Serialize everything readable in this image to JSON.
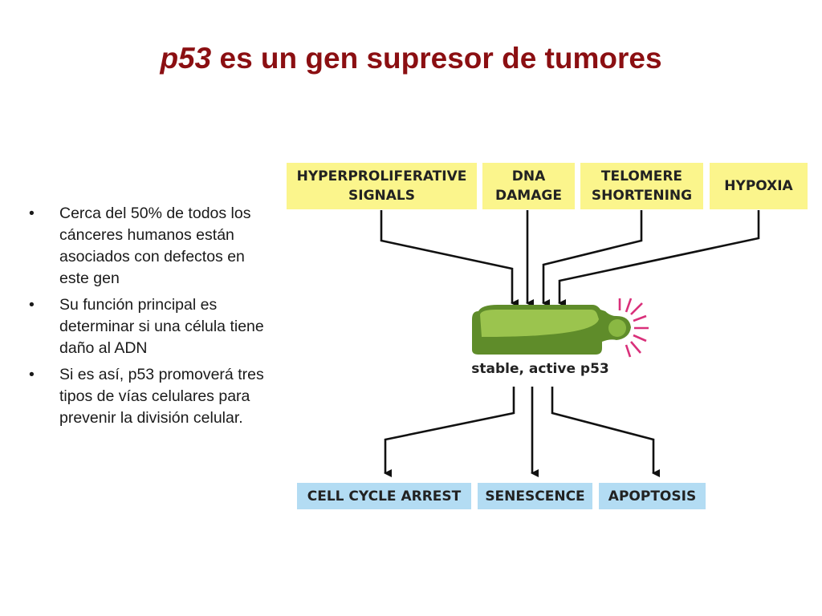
{
  "title": {
    "italic_part": "p53",
    "rest": " es un gen supresor de tumores"
  },
  "bullets": [
    "Cerca del 50% de todos los cánceres humanos están asociados con defectos en este gen",
    "Su función principal es determinar si una célula tiene daño al ADN",
    "Si es así,  p53 promoverá tres tipos de vías celulares para prevenir la división celular."
  ],
  "diagram": {
    "inputs": [
      {
        "label": "HYPERPROLIFERATIVE\nSIGNALS"
      },
      {
        "label": "DNA\nDAMAGE"
      },
      {
        "label": "TELOMERE\nSHORTENING"
      },
      {
        "label": "HYPOXIA"
      }
    ],
    "center_label": "stable, active p53",
    "outputs": [
      {
        "label": "CELL CYCLE ARREST"
      },
      {
        "label": "SENESCENCE"
      },
      {
        "label": "APOPTOSIS"
      }
    ],
    "colors": {
      "title": "#8b0f12",
      "input_box": "#fbf58c",
      "output_box": "#b3dcf3",
      "protein": "#7fae3a",
      "activation_rays": "#d9307a"
    }
  }
}
